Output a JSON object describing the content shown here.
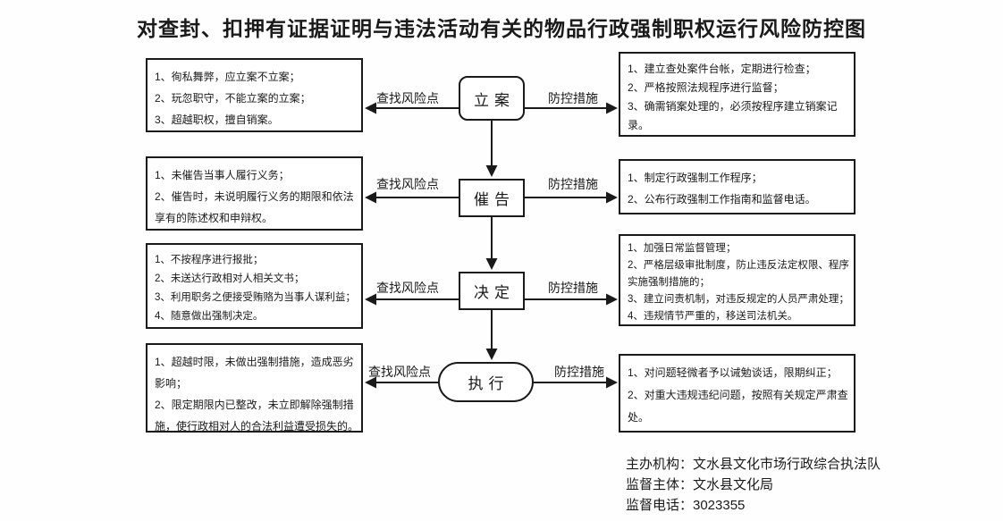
{
  "title": "对查封、扣押有证据证明与违法活动有关的物品行政强制职权运行风险防控图",
  "arrow_labels": {
    "risk": "查找风险点",
    "control": "防控措施"
  },
  "stages": [
    {
      "name": "立案",
      "risks": [
        "1、徇私舞弊，应立案不立案；",
        "2、玩忽职守，不能立案的立案；",
        "3、超越职权，擅自销案。"
      ],
      "measures": [
        "1、建立查处案件台帐，定期进行检查；",
        "2、严格按照法规程序进行监督；",
        "3、确需销案处理的，必须按程序建立销案记录。"
      ]
    },
    {
      "name": "催告",
      "risks": [
        "1、未催告当事人履行义务；",
        "2、催告时，未说明履行义务的期限和依法享有的陈述权和申辩权。"
      ],
      "measures": [
        "1、制定行政强制工作程序；",
        "2、公布行政强制工作指南和监督电话。"
      ]
    },
    {
      "name": "决定",
      "risks": [
        "1、不按程序进行报批；",
        "2、未送达行政相对人相关文书；",
        "3、利用职务之便接受贿赂为当事人谋利益；",
        "4、随意做出强制决定。"
      ],
      "measures": [
        "1、加强日常监督管理；",
        "2、严格层级审批制度，防止违反法定权限、程序实施强制措施的；",
        "3、建立问责机制，对违反规定的人员严肃处理；",
        "4、违规情节严重的，移送司法机关。"
      ]
    },
    {
      "name": "执行",
      "risks": [
        "1、超越时限，未做出强制措施，造成恶劣影响；",
        "2、限定期限内已整改，未立即解除强制措施，使行政相对人的合法利益遭受损失的。"
      ],
      "measures": [
        "1、对问题轻微者予以诫勉谈话，限期纠正；",
        "2、对重大违规违纪问题，按照有关规定严肃查处。"
      ]
    }
  ],
  "footer": {
    "lines": [
      "主办机构：文水县文化市场行政综合执法队",
      "监督主体：文水县文化局",
      "监督电话：3023355"
    ]
  },
  "colors": {
    "ink": "#1a1a1a",
    "background": "#ffffff"
  }
}
